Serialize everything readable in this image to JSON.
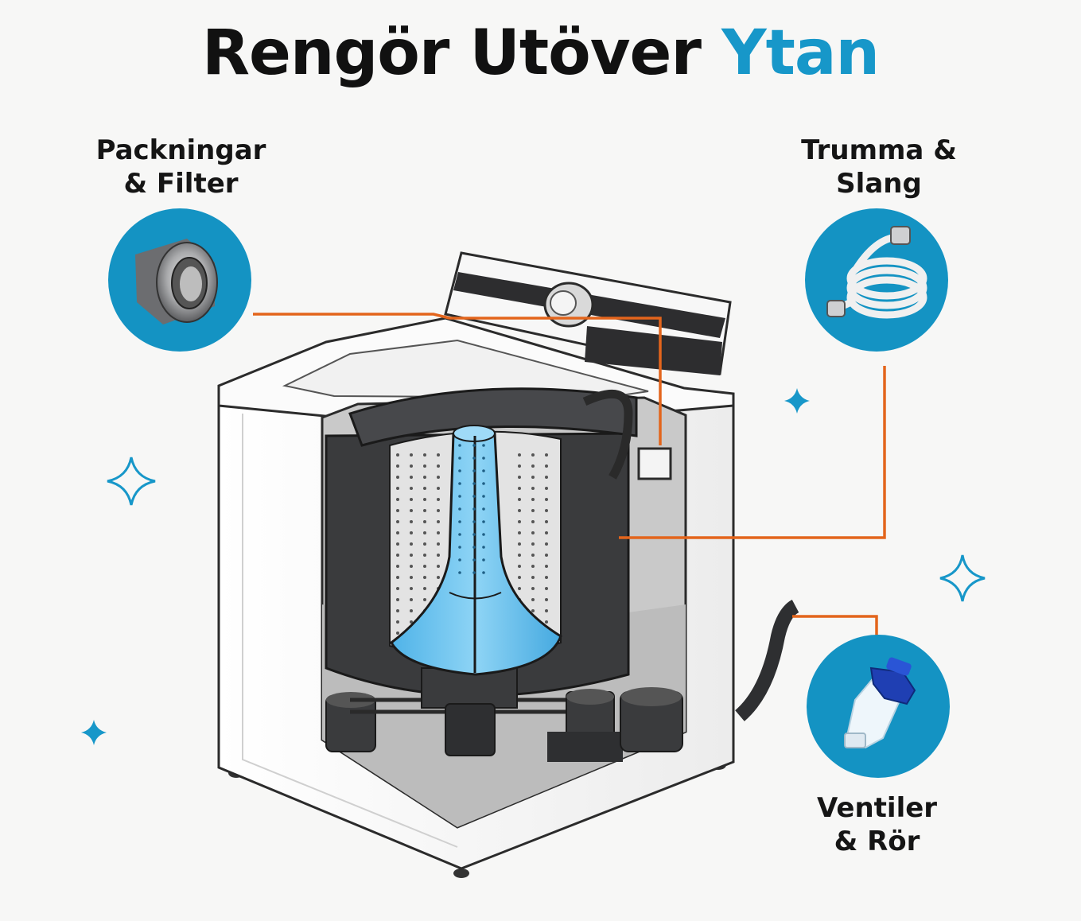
{
  "title": {
    "part1": "Rengör Utöver ",
    "part2": "Ytan"
  },
  "callouts": [
    {
      "line1": "Packningar",
      "line2": "& Filter",
      "icon": "gasket-icon"
    },
    {
      "line1": "Trumma &",
      "line2": "Slang",
      "icon": "hose-icon"
    },
    {
      "line1": "Ventiler",
      "line2": "& Rör",
      "icon": "valve-filter-icon"
    }
  ],
  "colors": {
    "accent": "#1797c9",
    "circle": "#1493c3",
    "leader": "#e3651c",
    "agitator": "#6cc3ef",
    "tub": "#3a3b3d"
  }
}
